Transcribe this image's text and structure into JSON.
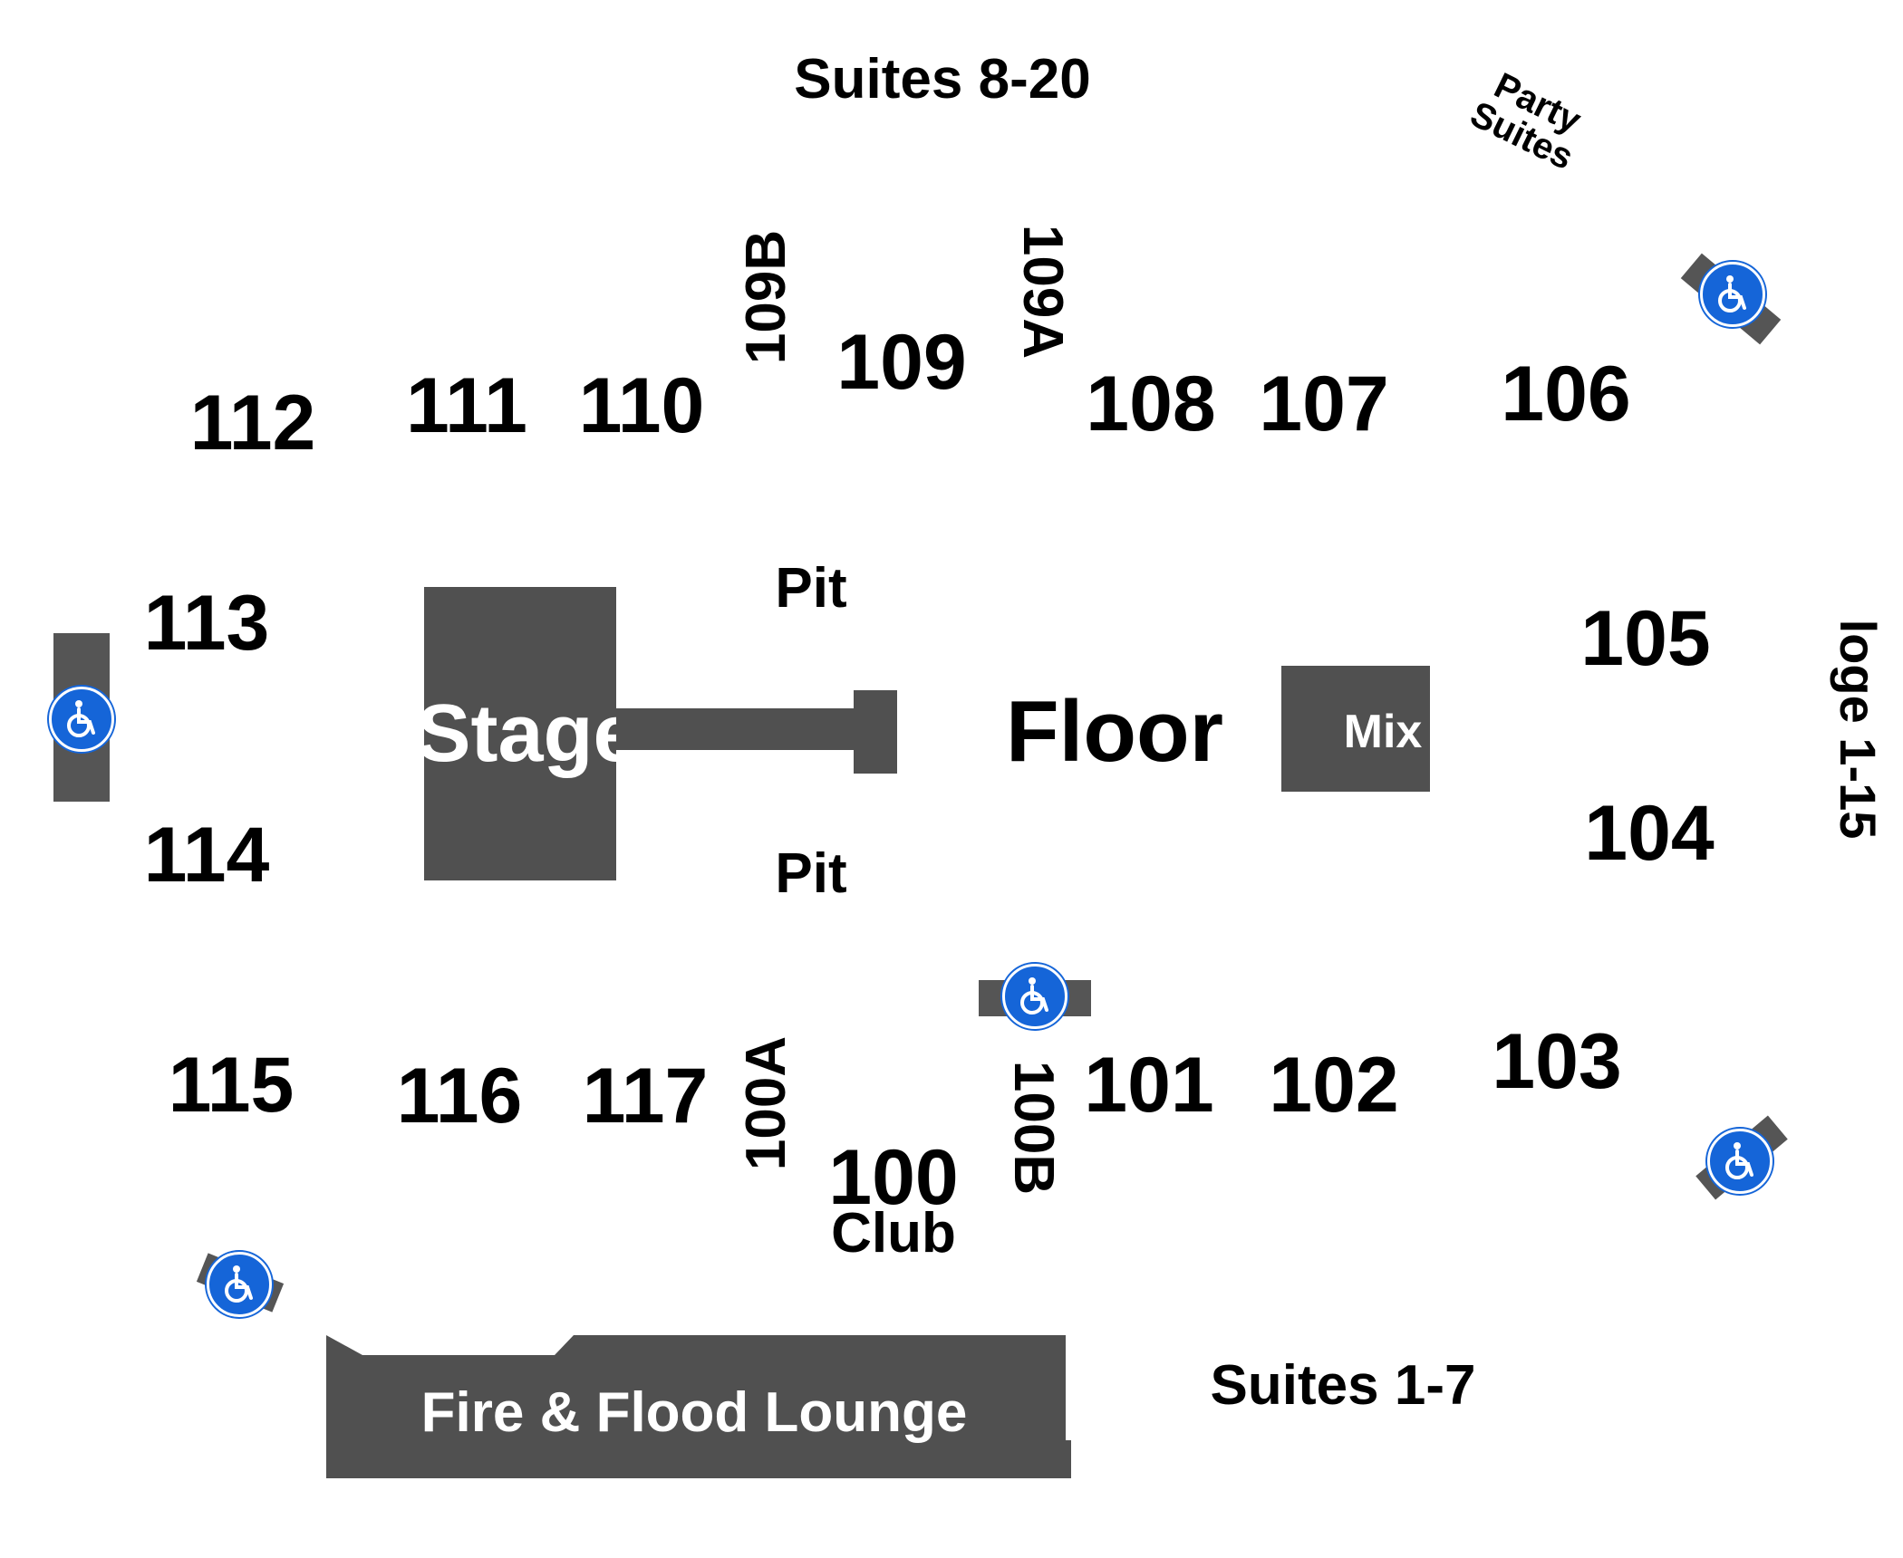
{
  "sections": {
    "s100": "100",
    "s101": "101",
    "s102": "102",
    "s103": "103",
    "s104": "104",
    "s105": "105",
    "s106": "106",
    "s107": "107",
    "s108": "108",
    "s109": "109",
    "s110": "110",
    "s111": "111",
    "s112": "112",
    "s113": "113",
    "s114": "114",
    "s115": "115",
    "s116": "116",
    "s117": "117",
    "s100A": "100A",
    "s100B": "100B",
    "s109A": "109A",
    "s109B": "109B"
  },
  "areas": {
    "suites_top": "Suites 8-20",
    "party_line1": "Party",
    "party_line2": "Suites",
    "loge": "loge 1-15",
    "pit": "Pit",
    "floor": "Floor",
    "stage": "Stage",
    "mix": "Mix",
    "club": "Club",
    "lounge": "Fire & Flood Lounge",
    "suites_bottom": "Suites 1-7"
  },
  "colors": {
    "block_fill": "#505050",
    "accessible_icon_bg": "#1565d8",
    "text": "#000000",
    "background": "#ffffff"
  },
  "icons": {
    "accessible": "wheelchair-accessible-icon"
  }
}
